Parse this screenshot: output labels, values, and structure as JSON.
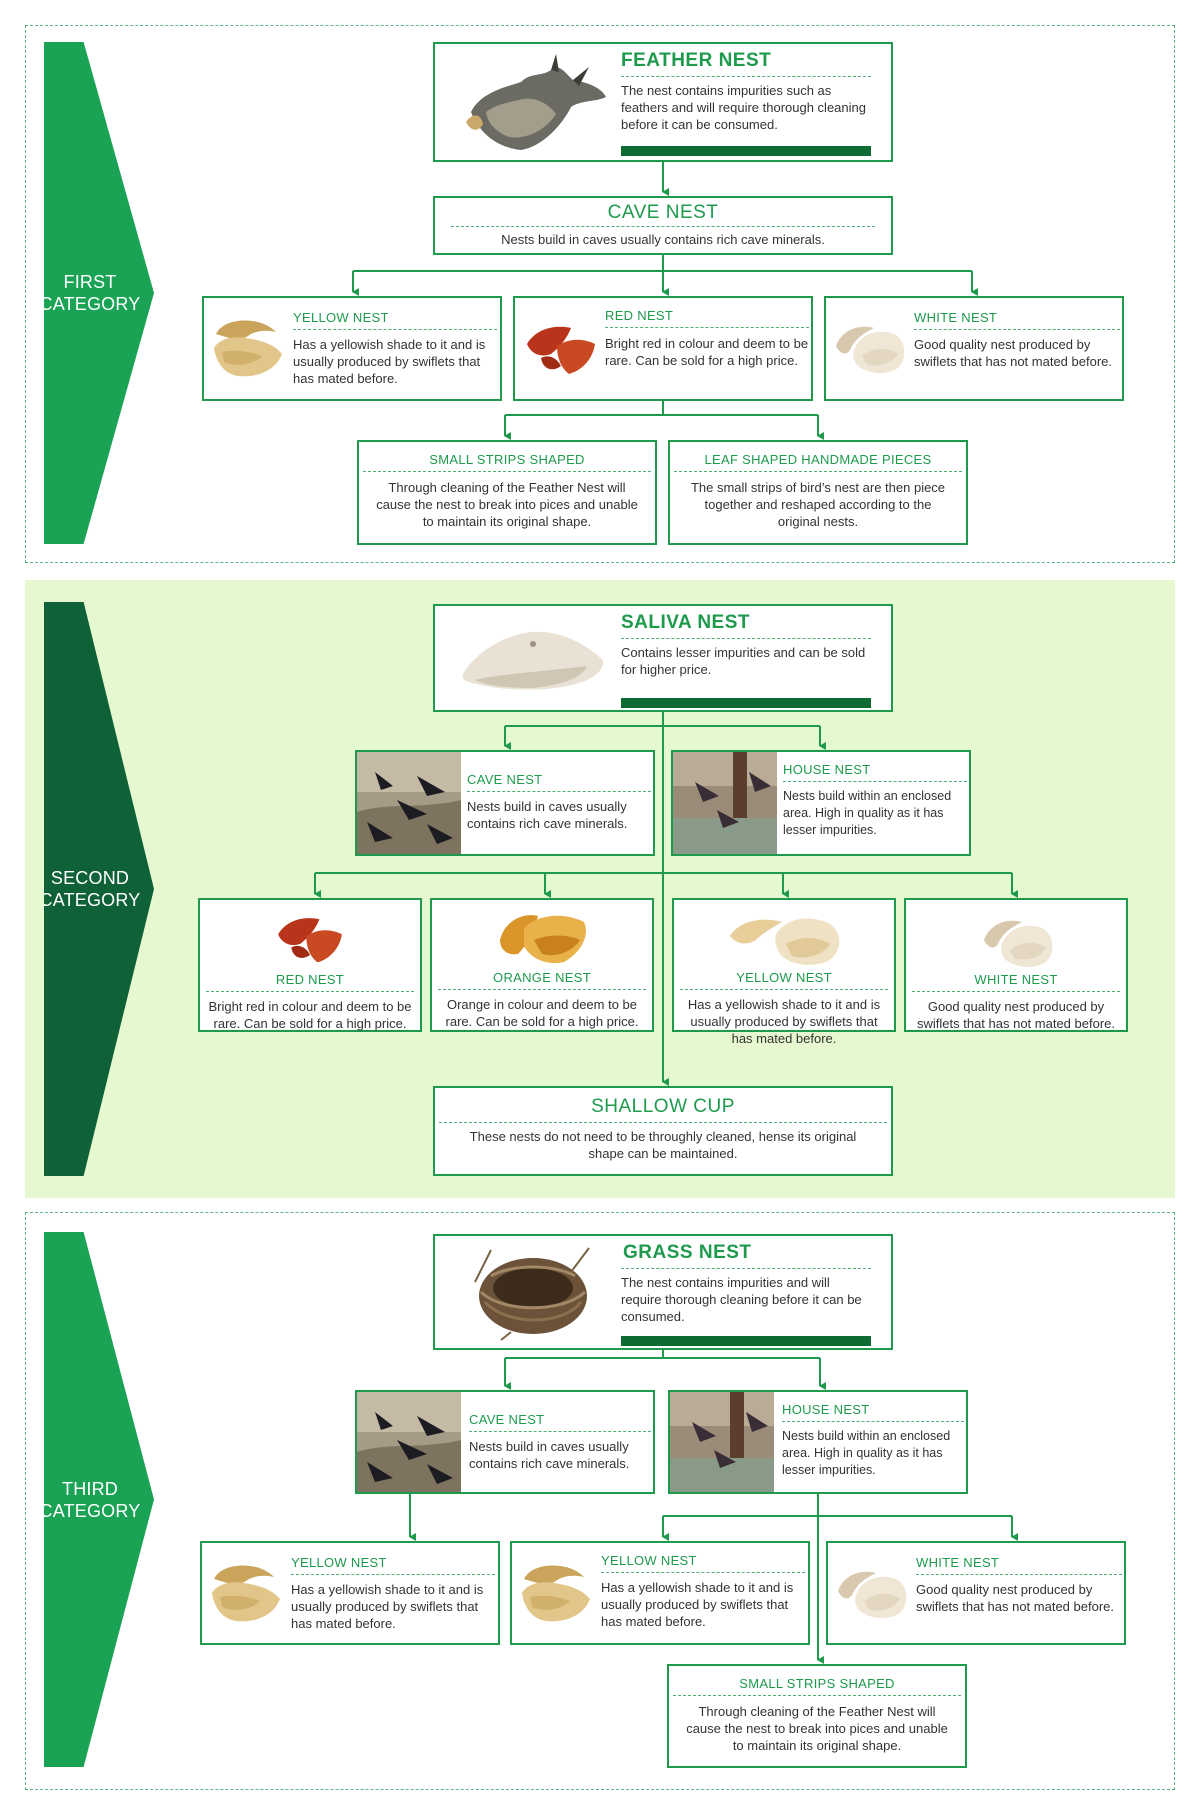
{
  "colors": {
    "accent": "#1e9a4d",
    "dark_accent": "#0f6b34",
    "first_tab": "#1aa355",
    "second_tab": "#0f6238",
    "third_tab": "#1aa355",
    "second_bg": "#e6f8cf"
  },
  "first": {
    "tab": "FIRST\nCATEGORY",
    "feather": {
      "title": "FEATHER NEST",
      "desc": "The nest contains impurities such as feathers and will require thorough cleaning before it can be consumed.",
      "icon": "feather-nest-image"
    },
    "cave": {
      "title": "CAVE NEST",
      "desc": "Nests build in caves usually contains rich cave minerals."
    },
    "yellow": {
      "title": "YELLOW NEST",
      "desc": "Has a yellowish shade to it and is usually produced by swiflets that has mated before.",
      "icon": "yellow-nest-image"
    },
    "red": {
      "title": "RED NEST",
      "desc": "Bright red in colour and deem to be rare. Can be sold for a high price.",
      "icon": "red-nest-image"
    },
    "white": {
      "title": "WHITE NEST",
      "desc": "Good quality nest produced by swiflets that has not mated before.",
      "icon": "white-nest-image"
    },
    "strips": {
      "title": "SMALL STRIPS SHAPED",
      "desc": "Through cleaning of the Feather Nest will cause the nest to break into pices and unable to maintain its original shape."
    },
    "leaf": {
      "title": "LEAF SHAPED HANDMADE PIECES",
      "desc": "The small strips of bird’s nest are then piece together and reshaped according to the original nests."
    }
  },
  "second": {
    "tab": "SECOND\nCATEGORY",
    "saliva": {
      "title": "SALIVA NEST",
      "desc": "Contains lesser impurities and can be sold for higher price.",
      "icon": "saliva-nest-image"
    },
    "cave": {
      "title": "CAVE NEST",
      "desc": "Nests build in caves usually contains rich cave minerals.",
      "icon": "cave-swiftlets-photo"
    },
    "house": {
      "title": "HOUSE NEST",
      "desc": "Nests build within an enclosed area. High in quality as it has lesser impurities.",
      "icon": "house-swiftlets-photo"
    },
    "red": {
      "title": "RED NEST",
      "desc": "Bright red in colour and deem to be rare. Can be sold for a high price."
    },
    "orange": {
      "title": "ORANGE NEST",
      "desc": "Orange in colour and deem to be rare. Can be sold for a high price."
    },
    "yellow": {
      "title": "YELLOW NEST",
      "desc": "Has a yellowish shade to it and is usually produced by swiflets that has mated before."
    },
    "white": {
      "title": "WHITE NEST",
      "desc": "Good quality nest produced by swiflets that has not mated before."
    },
    "shallow": {
      "title": "SHALLOW CUP",
      "desc": "These nests do not need to be throughly cleaned, hense its original shape can be maintained."
    }
  },
  "third": {
    "tab": "THIRD\nCATEGORY",
    "grass": {
      "title": "GRASS NEST",
      "desc": "The nest contains impurities and will require thorough cleaning before it can be consumed.",
      "icon": "grass-nest-image"
    },
    "cave": {
      "title": "CAVE NEST",
      "desc": "Nests build in caves usually contains rich cave minerals."
    },
    "house": {
      "title": "HOUSE NEST",
      "desc": "Nests build within an enclosed area. High in quality as it has lesser impurities."
    },
    "yellow1": {
      "title": "YELLOW NEST",
      "desc": "Has a yellowish shade to it and is usually produced by swiflets that has mated before."
    },
    "yellow2": {
      "title": "YELLOW NEST",
      "desc": "Has a yellowish shade to it and is usually produced by swiflets that has mated before."
    },
    "white": {
      "title": "WHITE NEST",
      "desc": "Good quality nest produced by swiflets that has not mated before."
    },
    "strips": {
      "title": "SMALL STRIPS SHAPED",
      "desc": "Through cleaning of the Feather Nest will cause the nest to break into pices and unable to maintain its original shape."
    }
  }
}
